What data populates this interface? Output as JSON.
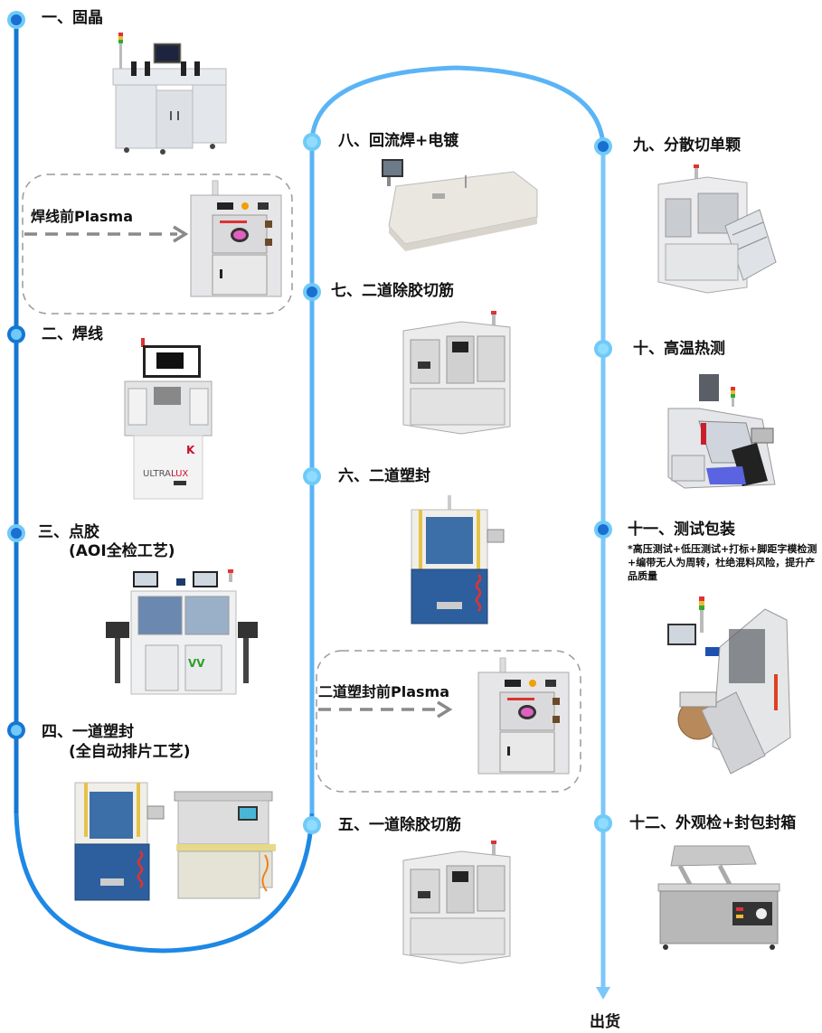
{
  "diagram": {
    "title": "",
    "colors": {
      "left_line": "#1677d2",
      "right_line": "#6ec0f7",
      "node_outer": "#6fcaf8",
      "node_inner_dark": "#1a6fd0",
      "node_inner_light": "#8fdcff",
      "dashed_box": "#999999",
      "dashed_arrow": "#888888"
    },
    "steps": [
      {
        "id": 1,
        "label": "一、固晶",
        "sub": "",
        "machine": "die-bonder"
      },
      {
        "id": 2,
        "label": "二、焊线",
        "sub": "",
        "machine": "wire-bonder-ultralux",
        "brand_text": "ULTRALUX"
      },
      {
        "id": 3,
        "label": "三、点胶",
        "sub": "(AOI全检工艺)",
        "machine": "dispensing-machine"
      },
      {
        "id": 4,
        "label": "四、一道塑封",
        "sub": "(全自动排片工艺)",
        "machine": "molding-press-and-auto-loader"
      },
      {
        "id": 5,
        "label": "五、一道除胶切筋",
        "sub": "",
        "machine": "deflash-trim-machine"
      },
      {
        "id": 6,
        "label": "六、二道塑封",
        "sub": "",
        "machine": "molding-press"
      },
      {
        "id": 7,
        "label": "七、二道除胶切筋",
        "sub": "",
        "machine": "deflash-trim-machine"
      },
      {
        "id": 8,
        "label": "八、回流焊+电镀",
        "sub": "",
        "machine": "reflow-oven"
      },
      {
        "id": 9,
        "label": "九、分散切单颗",
        "sub": "",
        "machine": "singulation-machine"
      },
      {
        "id": 10,
        "label": "十、高温热测",
        "sub": "",
        "machine": "hot-test-handler"
      },
      {
        "id": 11,
        "label": "十一、测试包装",
        "sub": "",
        "note": "*高压测试+低压测试+打标+脚距字模检测+编带无人为周转，杜绝混料风险，提升产品质量",
        "machine": "test-tape-reel-machine"
      },
      {
        "id": 12,
        "label": "十二、外观检+封包封箱",
        "sub": "",
        "machine": "vacuum-packing-machine"
      }
    ],
    "plasma_boxes": [
      {
        "label": "焊线前Plasma",
        "machine": "plasma-cleaner"
      },
      {
        "label": "二道塑封前Plasma",
        "machine": "plasma-cleaner"
      }
    ],
    "end_label": "出货"
  }
}
